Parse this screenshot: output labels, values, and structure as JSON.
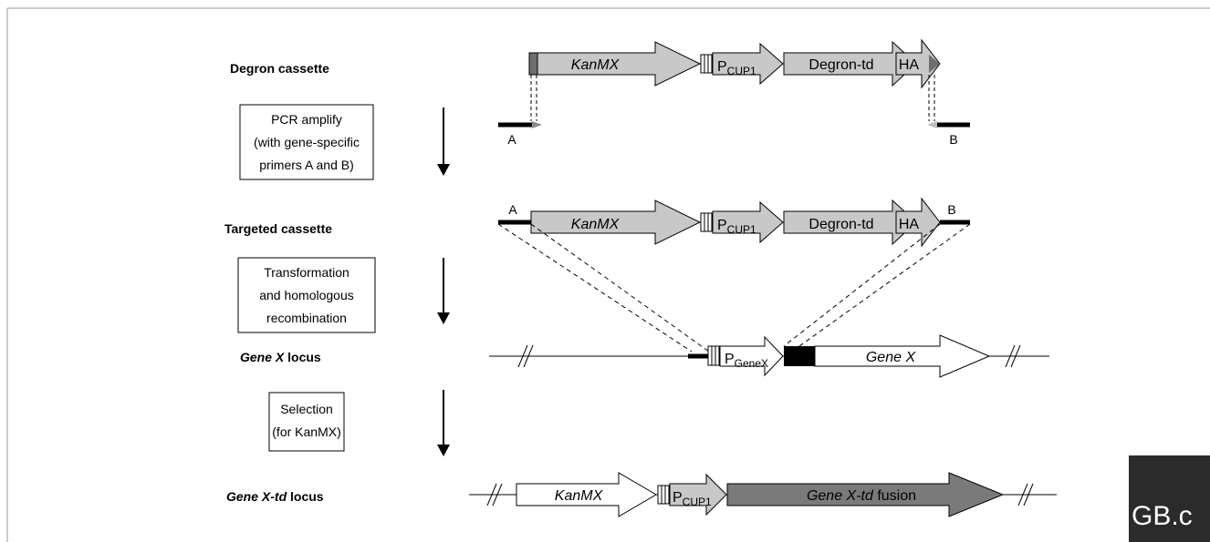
{
  "rows": {
    "degron": "Degron cassette",
    "targeted": "Targeted cassette",
    "genex_italic": "Gene X",
    "genex_rest": " locus",
    "genextd_italic": "Gene X-td",
    "genextd_rest": " locus"
  },
  "steps": [
    {
      "lines": [
        "PCR amplify",
        "(with gene-specific",
        "primers A and B)"
      ]
    },
    {
      "lines": [
        "Transformation",
        "and homologous",
        "recombination"
      ]
    },
    {
      "lines": [
        "Selection",
        "(for KanMX)"
      ]
    }
  ],
  "segments": {
    "kanmx": "KanMX",
    "p": "P",
    "cup1": "CUP1",
    "degron_td": "Degron-td",
    "ha": "HA",
    "genex_sub": "GeneX",
    "genex": "Gene X",
    "fusion_italic": "Gene X-td",
    "fusion_rest": " fusion"
  },
  "primers": {
    "a": "A",
    "b": "B"
  },
  "logo": {
    "text": "GB.c"
  },
  "colors": {
    "segment_gray": "#c8c8c8",
    "fusion_gray": "#7a7a7a",
    "logo_bg": "#2b2b2b"
  }
}
